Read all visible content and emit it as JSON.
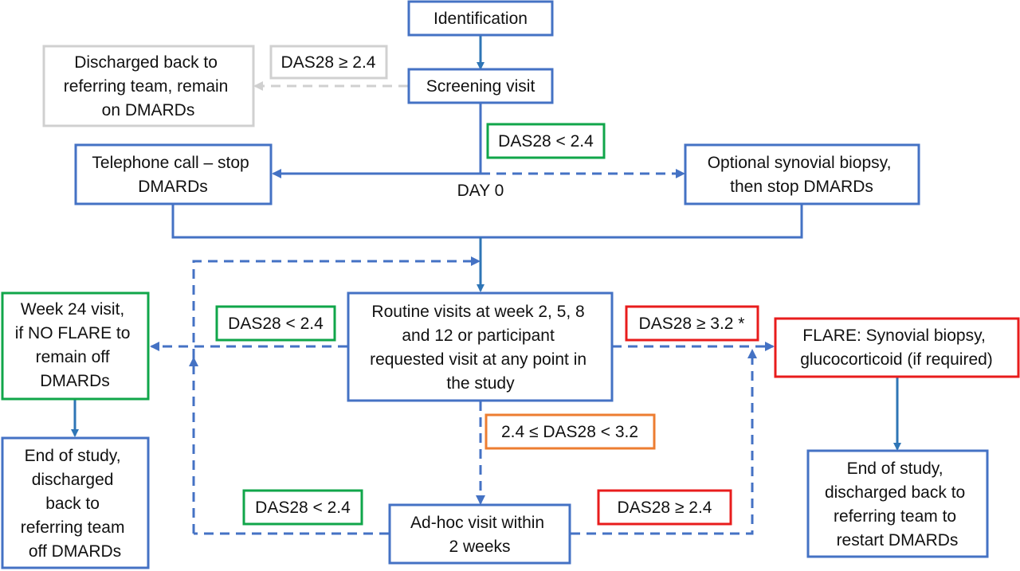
{
  "colors": {
    "blue_border": "#4472C4",
    "arrow_blue": "#2E75B6",
    "grey": "#D0D0D0",
    "green": "#10A64A",
    "red": "#E81C1C",
    "orange": "#ED7D31",
    "text": "#111111"
  },
  "nodes": {
    "identification": [
      "Identification"
    ],
    "screening": [
      "Screening visit"
    ],
    "discharged_remain": [
      "Discharged back to",
      "referring team, remain",
      "on DMARDs"
    ],
    "telephone": [
      "Telephone call – stop",
      "DMARDs"
    ],
    "optional_biopsy": [
      "Optional synovial biopsy,",
      "then stop DMARDs"
    ],
    "routine": [
      "Routine visits at week 2, 5, 8",
      "and 12 or participant",
      "requested visit at any point in",
      "the study"
    ],
    "week24": [
      "Week 24 visit,",
      "if NO FLARE to",
      "remain off",
      "DMARDs"
    ],
    "end_off": [
      "End of study,",
      "discharged",
      "back to",
      "referring team",
      "off DMARDs"
    ],
    "flare": [
      "FLARE: Synovial biopsy,",
      "glucocorticoid (if required)"
    ],
    "end_restart": [
      "End of study,",
      "discharged back to",
      "referring team to",
      "restart DMARDs"
    ],
    "adhoc": [
      "Ad-hoc visit within",
      "2 weeks"
    ]
  },
  "labels": {
    "das_ge_24_top": "DAS28 ≥ 2.4",
    "das_lt_24_top": "DAS28 < 2.4",
    "day0": "DAY 0",
    "das_lt_24_left": "DAS28 < 2.4",
    "das_ge_32": "DAS28 ≥ 3.2 *",
    "das_between": "2.4 ≤ DAS28 < 3.2",
    "das_lt_24_bottom": "DAS28 < 2.4",
    "das_ge_24_bottom": "DAS28 ≥ 2.4"
  }
}
